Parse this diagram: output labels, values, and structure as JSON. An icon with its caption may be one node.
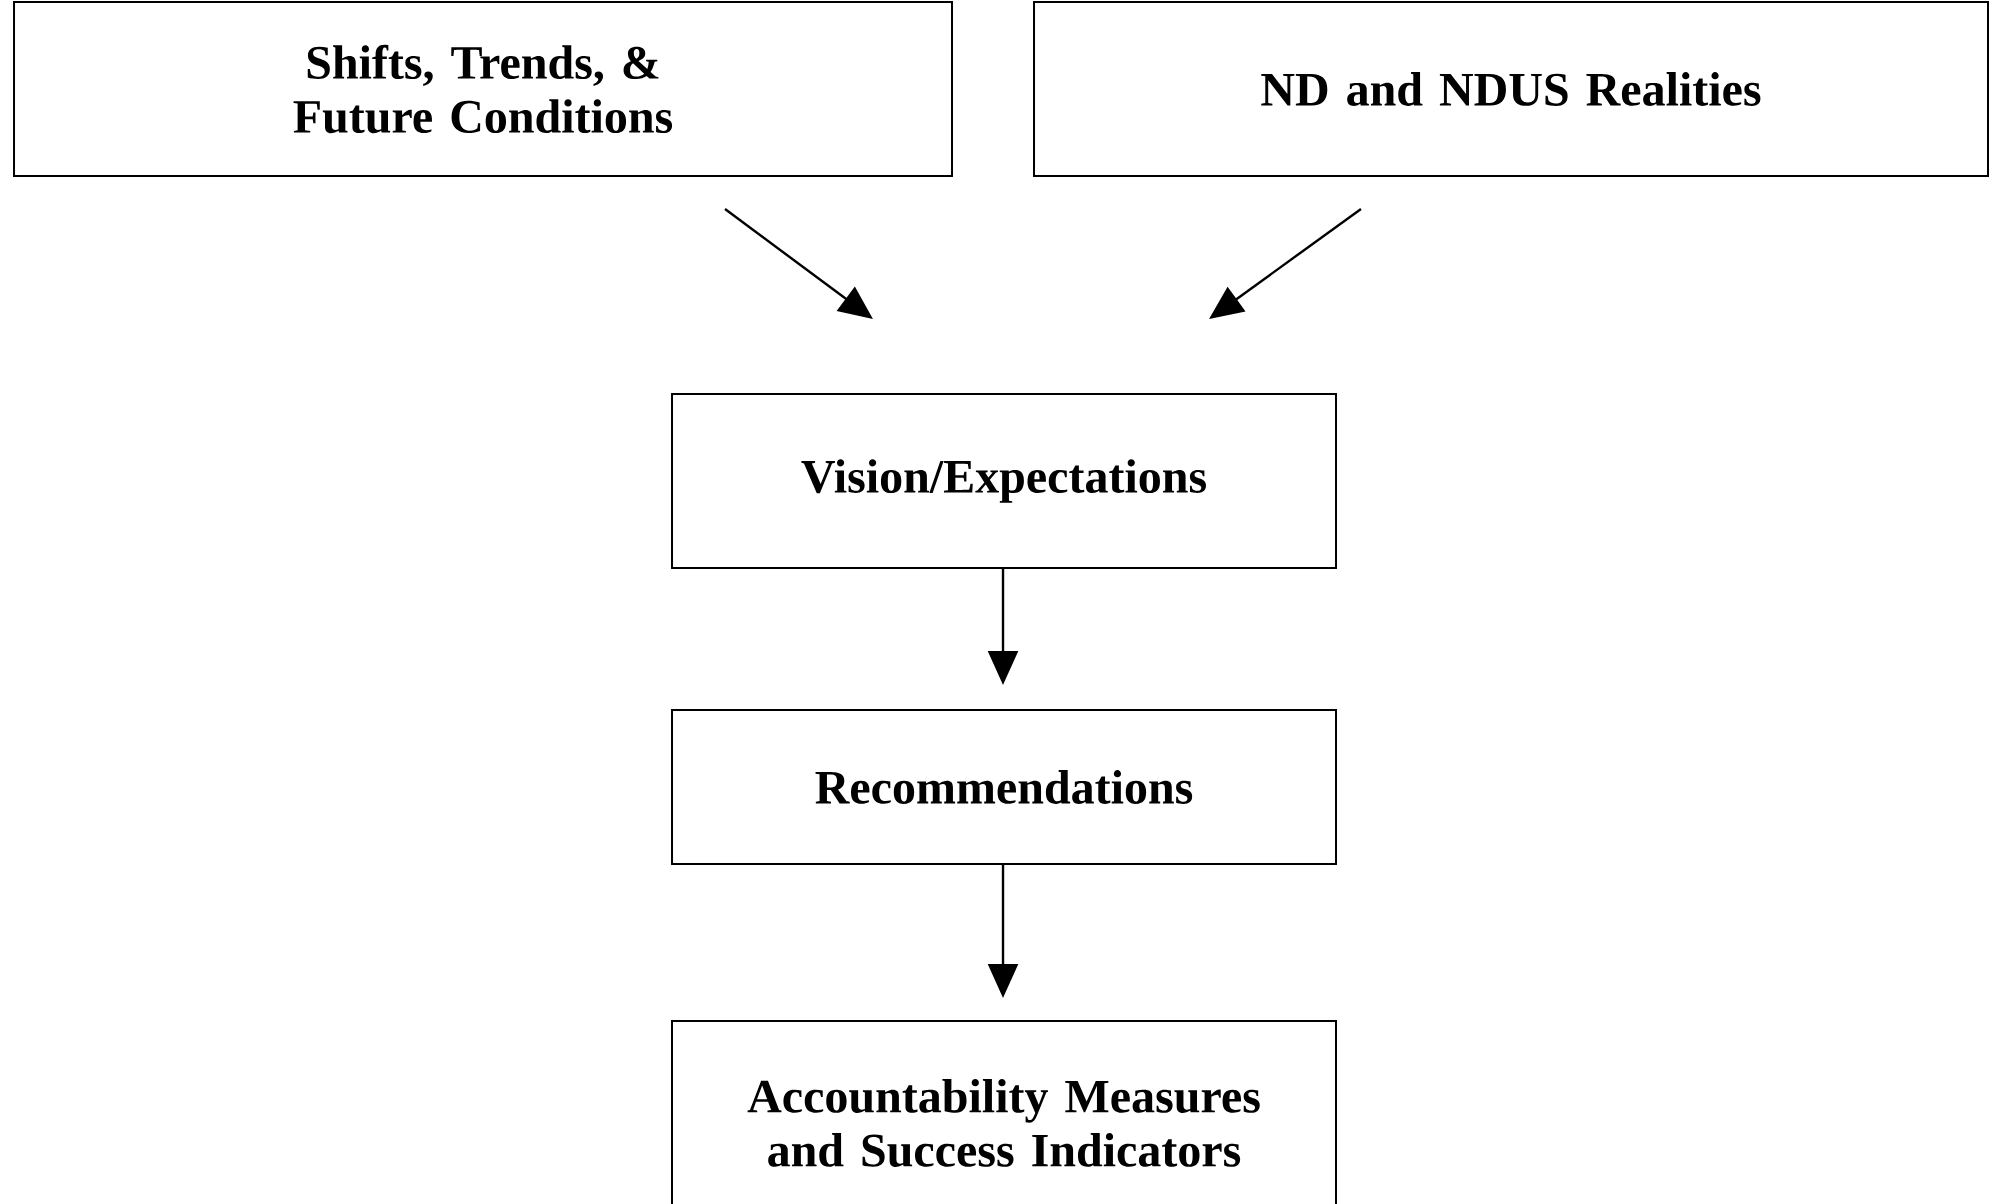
{
  "diagram": {
    "nodes": [
      {
        "text": [
          "Shifts, Trends, & Future Conditions"
        ]
      },
      {
        "text": [
          "ND and NDUS Realities"
        ]
      },
      {
        "text": [
          "Vision/Expectations"
        ]
      },
      {
        "text": [
          "Recommendations"
        ]
      },
      {
        "text": [
          "Accountability Measures and Success Indicators"
        ]
      }
    ],
    "edges": [
      {
        "from": 0,
        "to": 2,
        "arrow": "to"
      },
      {
        "from": 1,
        "to": 2,
        "arrow": "to"
      },
      {
        "from": 2,
        "to": 3,
        "arrow": "to"
      },
      {
        "from": 3,
        "to": 4,
        "arrow": "to"
      }
    ]
  }
}
